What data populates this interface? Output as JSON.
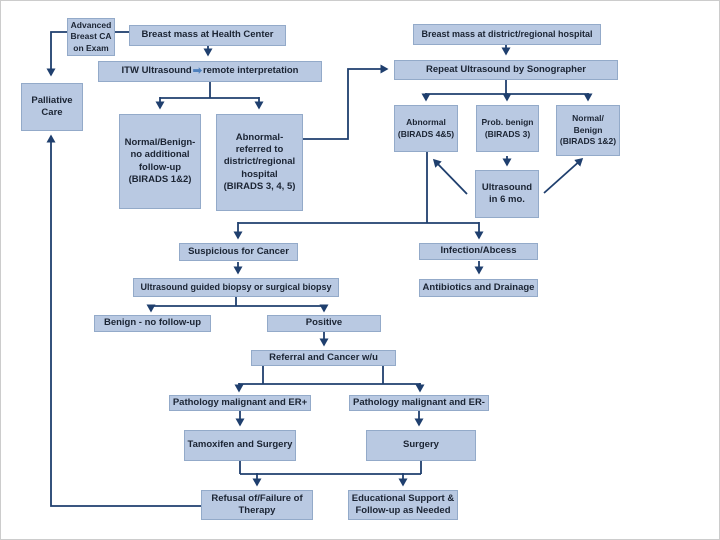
{
  "theme": {
    "background": "#ffffff",
    "box_fill": "#b9c9e2",
    "box_border": "#93aac9",
    "line_color": "#1f3f6e",
    "text_color": "#1b2433",
    "inline_arrow_color": "#4f81bd"
  },
  "nodes": {
    "advanced_ca": "Advanced\nBreast CA\non Exam",
    "breast_mass_hc": "Breast mass at Health Center",
    "itw": {
      "part1": "ITW Ultrasound ",
      "arrow_glyph": "➡",
      "part2": "remote interpretation"
    },
    "palliative": "Palliative\nCare",
    "breast_mass_district": "Breast mass at district/regional hospital",
    "repeat_us": "Repeat Ultrasound by Sonographer",
    "normal_benign_fu": "Normal/Benign-\nno additional\nfollow-up\n(BIRADS 1&2)",
    "abnormal_referred": "Abnormal-\nreferred to\ndistrict/regional\nhospital\n(BIRADS 3, 4, 5)",
    "abnormal_45": "Abnormal\n(BIRADS 4&5)",
    "prob_benign": "Prob. benign\n(BIRADS 3)",
    "normal_benign_12": "Normal/\nBenign\n(BIRADS 1&2)",
    "us_6mo": "Ultrasound\nin 6 mo.",
    "suspicious": "Suspicious for Cancer",
    "infection": "Infection/Abcess",
    "biopsy": "Ultrasound guided biopsy or surgical biopsy",
    "antibiotics": "Antibiotics and Drainage",
    "benign_nofu": "Benign - no follow-up",
    "positive": "Positive",
    "referral": "Referral and Cancer w/u",
    "path_er_pos": "Pathology malignant and ER+",
    "path_er_neg": "Pathology malignant and ER-",
    "tamoxifen": "Tamoxifen and Surgery",
    "surgery": "Surgery",
    "refusal": "Refusal of/Failure of\nTherapy",
    "educational": "Educational Support &\nFollow-up as Needed"
  }
}
